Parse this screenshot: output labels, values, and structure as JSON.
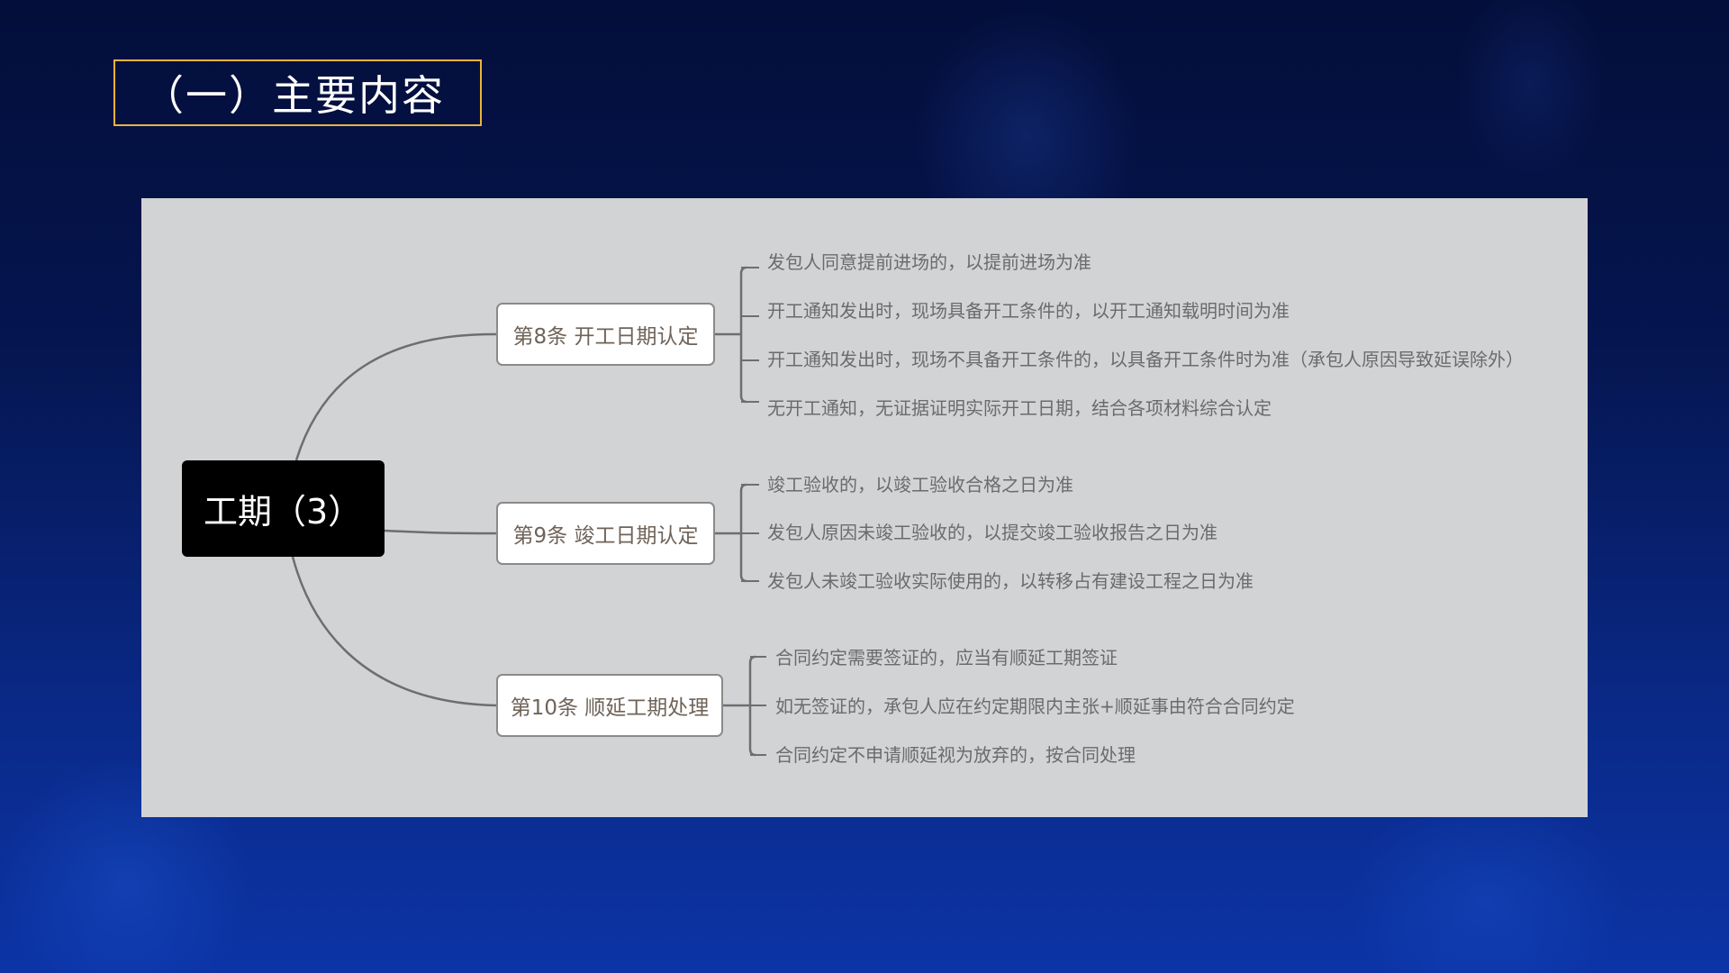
{
  "slide": {
    "title": "（一）主要内容",
    "accent_color": "#e8b53a",
    "background_color": "#05154f"
  },
  "mindmap": {
    "root": {
      "label": "工期（3）"
    },
    "branches": [
      {
        "label": "第8条 开工日期认定",
        "leaves": [
          "发包人同意提前进场的，以提前进场为准",
          "开工通知发出时，现场具备开工条件的，以开工通知载明时间为准",
          "开工通知发出时，现场不具备开工条件的，以具备开工条件时为准（承包人原因导致延误除外）",
          "无开工通知，无证据证明实际开工日期，结合各项材料综合认定"
        ]
      },
      {
        "label": "第9条 竣工日期认定",
        "leaves": [
          "竣工验收的，以竣工验收合格之日为准",
          "发包人原因未竣工验收的，以提交竣工验收报告之日为准",
          "发包人未竣工验收实际使用的，以转移占有建设工程之日为准"
        ]
      },
      {
        "label": "第10条 顺延工期处理",
        "leaves": [
          "合同约定需要签证的，应当有顺延工期签证",
          "如无签证的，承包人应在约定期限内主张+顺延事由符合合同约定",
          "合同约定不申请顺延视为放弃的，按合同处理"
        ]
      }
    ]
  }
}
